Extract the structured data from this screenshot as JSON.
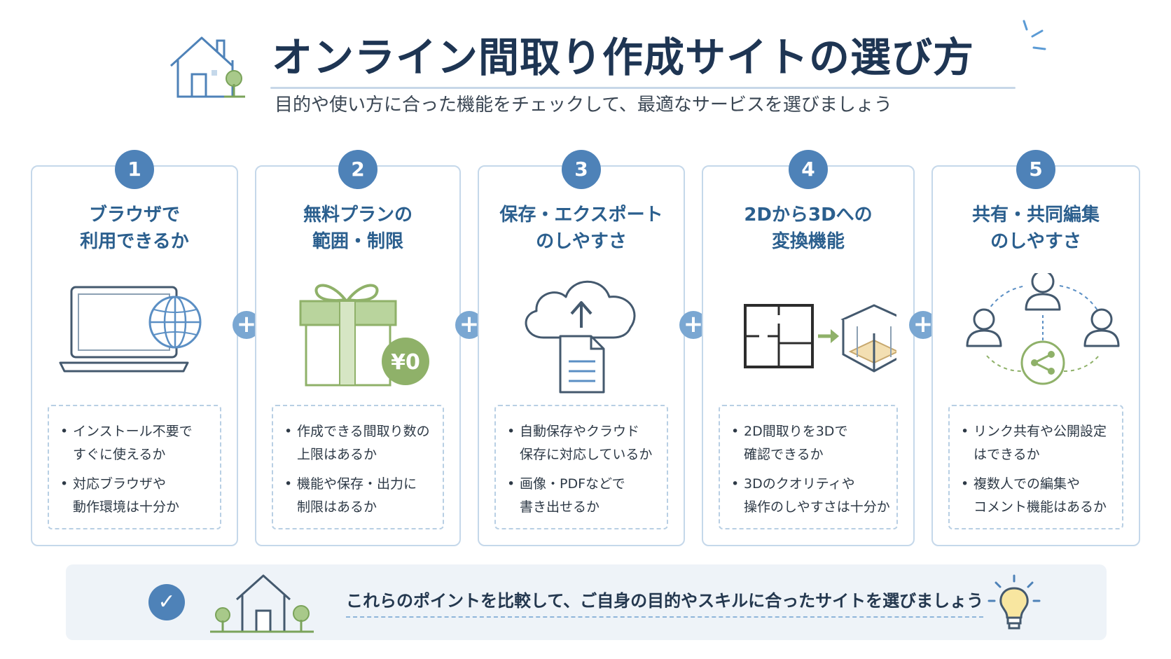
{
  "header": {
    "title": "オンライン間取り作成サイトの選び方",
    "subtitle": "目的や使い方に合った機能をチェックして、最適なサービスを選びましょう",
    "icons": [
      "house-icon",
      "sparkle-icon"
    ]
  },
  "plus_symbol": "+",
  "cards": [
    {
      "number": "1",
      "title_lines": [
        "ブラウザで",
        "利用できるか"
      ],
      "icon": "laptop-globe-icon",
      "bullets": [
        {
          "lines": [
            "インストール不要で",
            "すぐに使えるか"
          ]
        },
        {
          "lines": [
            "対応ブラウザや",
            "動作環境は十分か"
          ]
        }
      ]
    },
    {
      "number": "2",
      "title_lines": [
        "無料プランの",
        "範囲・制限"
      ],
      "icon": "gift-icon",
      "price_badge": "¥0",
      "bullets": [
        {
          "lines": [
            "作成できる間取り数の",
            "上限はあるか"
          ]
        },
        {
          "lines": [
            "機能や保存・出力に",
            "制限はあるか"
          ]
        }
      ]
    },
    {
      "number": "3",
      "title_lines": [
        "保存・エクスポート",
        "のしやすさ"
      ],
      "icon": "cloud-upload-document-icon",
      "bullets": [
        {
          "lines": [
            "自動保存やクラウド",
            "保存に対応しているか"
          ]
        },
        {
          "lines": [
            "画像・PDFなどで",
            "書き出せるか"
          ]
        }
      ]
    },
    {
      "number": "4",
      "title_lines": [
        "2Dから3Dへの",
        "変換機能"
      ],
      "icon": "floorplan-2d-to-3d-icon",
      "bullets": [
        {
          "lines": [
            "2D間取りを3Dで",
            "確認できるか"
          ]
        },
        {
          "lines": [
            "3Dのクオリティや",
            "操作のしやすさは十分か"
          ]
        }
      ]
    },
    {
      "number": "5",
      "title_lines": [
        "共有・共同編集",
        "のしやすさ"
      ],
      "icon": "users-share-icon",
      "bullets": [
        {
          "lines": [
            "リンク共有や公開設定",
            "はできるか"
          ]
        },
        {
          "lines": [
            "複数人での編集や",
            "コメント機能はあるか"
          ]
        }
      ]
    }
  ],
  "footer": {
    "check": "✓",
    "text": "これらのポイントを比較して、ご自身の目的やスキルに合ったサイトを選びましょう",
    "icons": [
      "check-icon",
      "house-trees-icon",
      "lightbulb-icon"
    ]
  },
  "colors": {
    "title": "#1e3553",
    "accent_blue": "#4e82b8",
    "card_title": "#2b5f8e",
    "green": "#8fb169",
    "card_border": "#c5d8ea"
  }
}
